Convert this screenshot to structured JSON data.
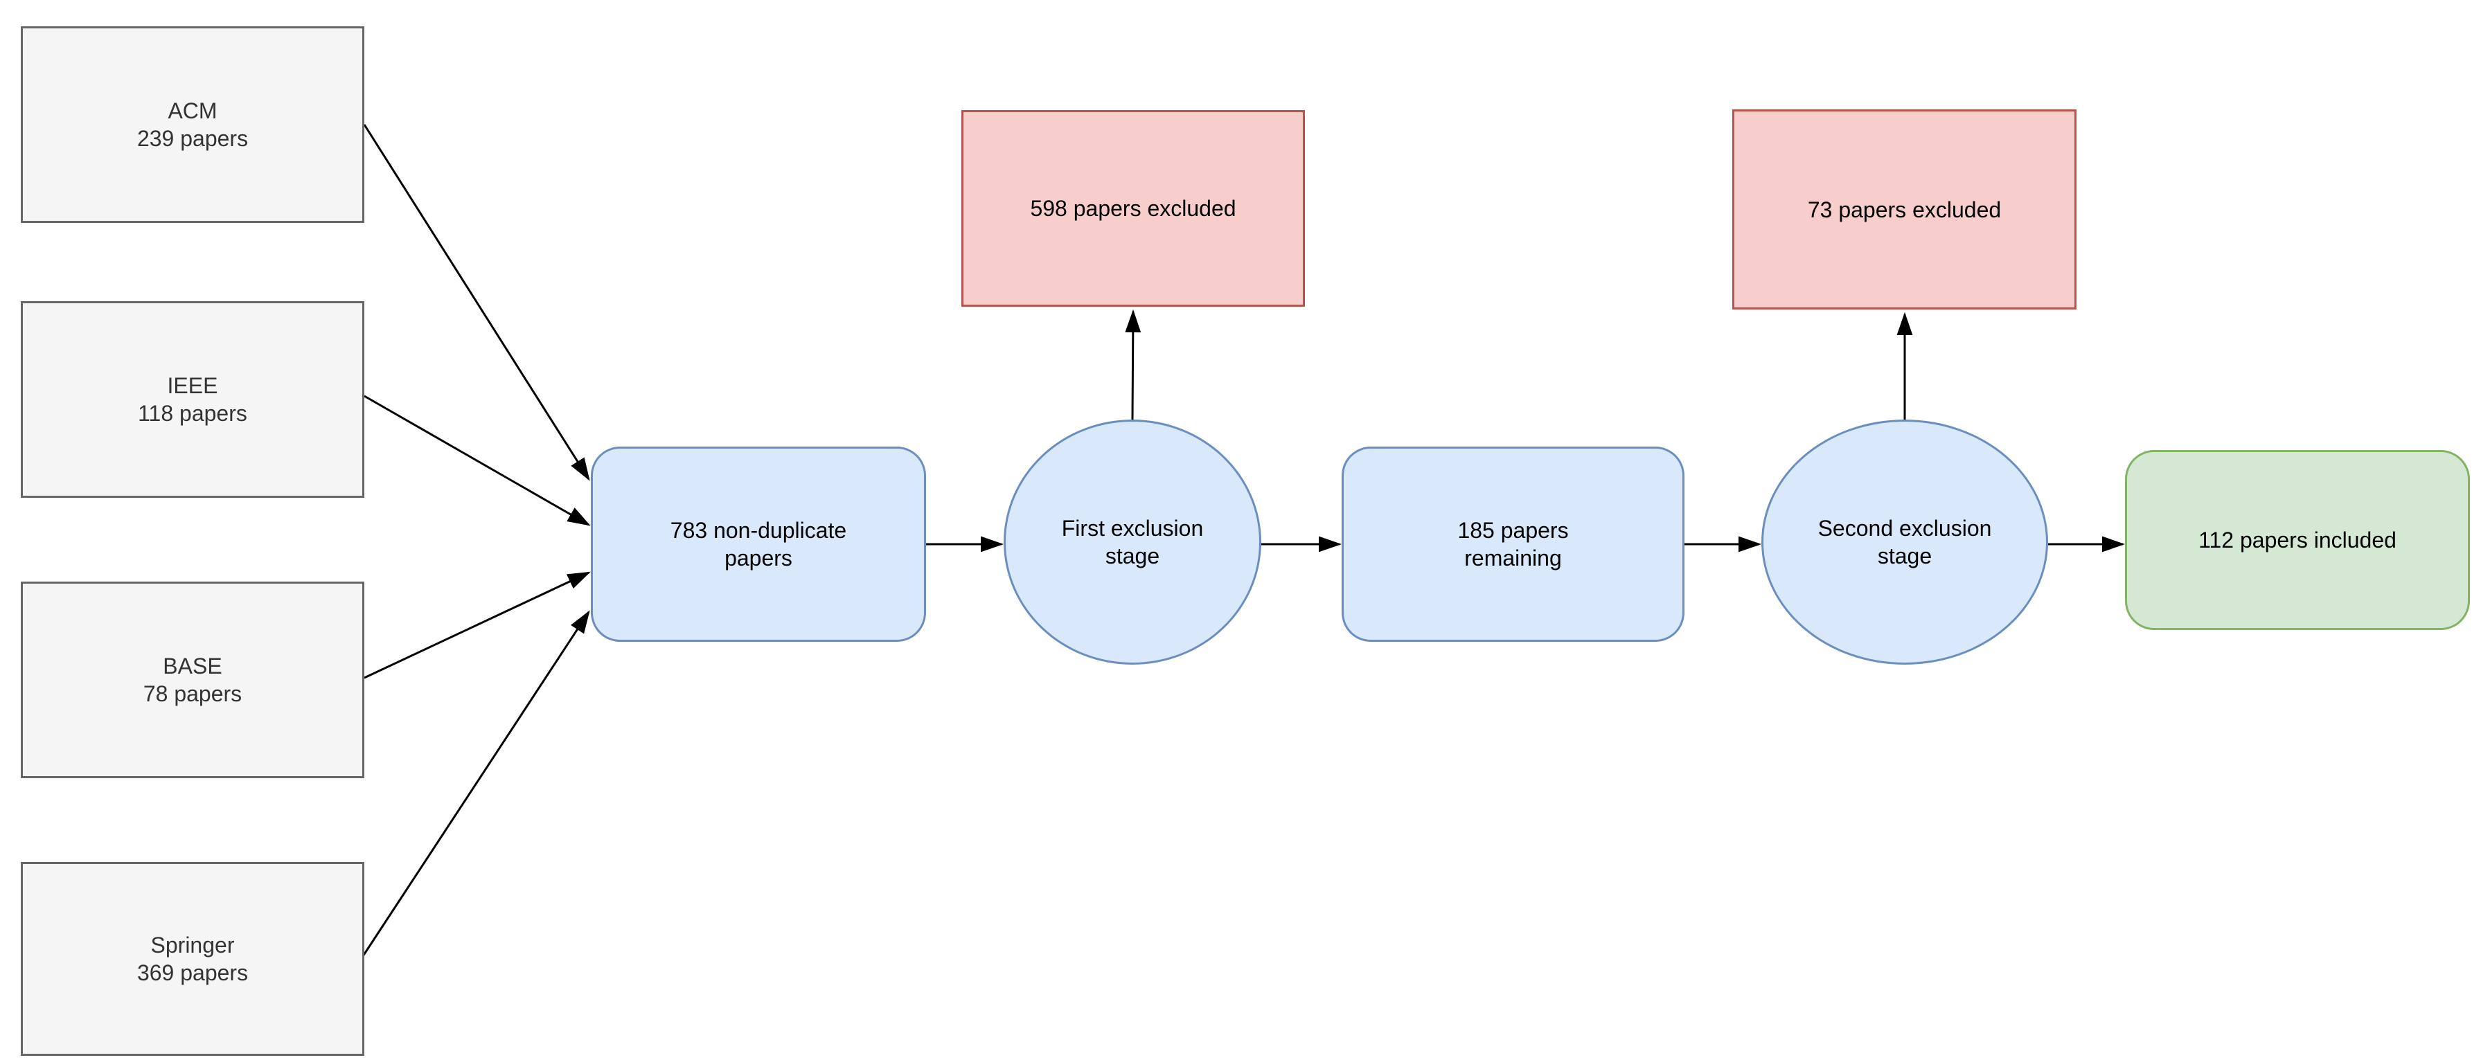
{
  "diagram": {
    "background_color": "#ffffff",
    "palette": {
      "source_fill": "#f5f5f5",
      "source_stroke": "#666666",
      "source_text": "#333333",
      "process_fill": "#dae8fc",
      "process_stroke": "#6c8ebf",
      "excluded_fill": "#f8cecc",
      "excluded_stroke": "#b85450",
      "included_fill": "#d5e8d4",
      "included_stroke": "#82b366",
      "connector_color": "#000000"
    },
    "sources": [
      {
        "name": "ACM",
        "count": "239 papers",
        "label": "ACM\n239 papers"
      },
      {
        "name": "IEEE",
        "count": "118 papers",
        "label": "IEEE\n118 papers"
      },
      {
        "name": "BASE",
        "count": "78 papers",
        "label": "BASE\n78 papers"
      },
      {
        "name": "Springer",
        "count": "369 papers",
        "label": "Springer\n369 papers"
      }
    ],
    "nodes": {
      "non_duplicate": {
        "label": "783 non-duplicate\npapers"
      },
      "first_stage": {
        "label": "First exclusion\nstage"
      },
      "excluded_first": {
        "label": "598 papers excluded"
      },
      "remaining": {
        "label": "185 papers\nremaining"
      },
      "second_stage": {
        "label": "Second exclusion\nstage"
      },
      "excluded_second": {
        "label": "73 papers excluded"
      },
      "included": {
        "label": "112 papers included"
      }
    },
    "edges": [
      {
        "from": "ACM",
        "to": "783 non-duplicate papers"
      },
      {
        "from": "IEEE",
        "to": "783 non-duplicate papers"
      },
      {
        "from": "BASE",
        "to": "783 non-duplicate papers"
      },
      {
        "from": "Springer",
        "to": "783 non-duplicate papers"
      },
      {
        "from": "783 non-duplicate papers",
        "to": "First exclusion stage"
      },
      {
        "from": "First exclusion stage",
        "to": "598 papers excluded"
      },
      {
        "from": "First exclusion stage",
        "to": "185 papers remaining"
      },
      {
        "from": "185 papers remaining",
        "to": "Second exclusion stage"
      },
      {
        "from": "Second exclusion stage",
        "to": "73 papers excluded"
      },
      {
        "from": "Second exclusion stage",
        "to": "112 papers included"
      }
    ]
  }
}
